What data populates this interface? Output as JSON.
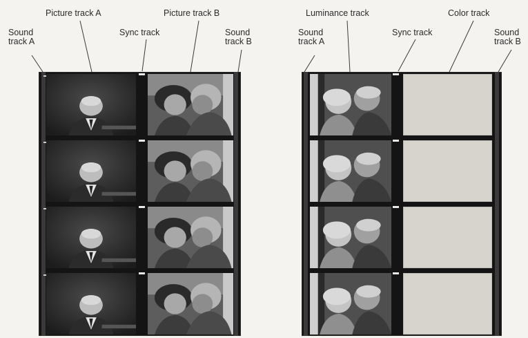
{
  "labels": {
    "left_sound_a_line1": "Sound",
    "left_sound_a_line2": "track A",
    "left_picture_a": "Picture track A",
    "left_sync": "Sync track",
    "left_picture_b": "Picture track B",
    "left_sound_b_line1": "Sound",
    "left_sound_b_line2": "track B",
    "right_luminance": "Luminance track",
    "right_color": "Color track",
    "right_sound_a_line1": "Sound",
    "right_sound_a_line2": "track A",
    "right_sync": "Sync track",
    "right_sound_b_line1": "Sound",
    "right_sound_b_line2": "track B"
  },
  "colors": {
    "film_base": "#141414",
    "color_track": "#d6d4cc",
    "background": "#f4f3ef"
  }
}
